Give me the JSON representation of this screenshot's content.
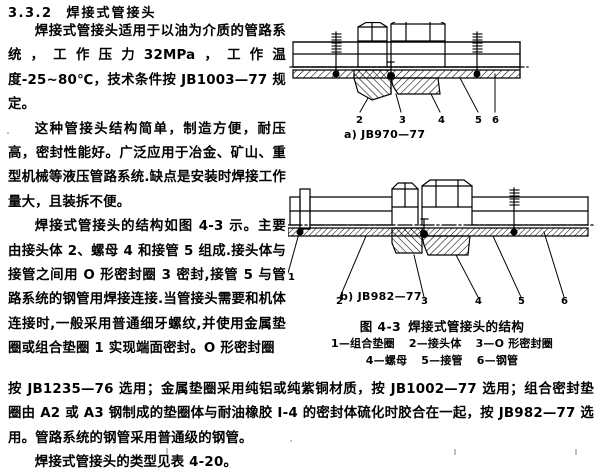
{
  "section": {
    "number": "3.3.2",
    "title": "焊接式管接头"
  },
  "body": {
    "left_column": [
      "焊接式管接头适用于以油为介质的管路系统，工作压力32MPa，工作温度-25~80℃，技术条件按 JB1003—77 规定。",
      "这种管接头结构简单，制造方便，耐压高，密封性能好。广泛应用于冶金、矿山、重型机械等液压管路系统.缺点是安装时焊接工作量大，且装拆不便。",
      "焊接式管接头的结构如图 4-3 示。主要由接头体 2、螺母 4 和接管 5 组成.接头体与接管之间用 O 形密封圈 3 密封,接管 5 与管路系统的钢管用焊接连接.当管接头需要和机体连接时,一般采用普通细牙螺纹,并使用金属垫圈或组合垫圈 1 实现端面密封。O 形密封圈"
    ],
    "full_width": [
      "按 JB1235—76 选用；金属垫圈采用纯铝或纯紫铜材质，按 JB1002—77 选用；组合密封垫圈由 A2 或 A3 钢制成的垫圈体与耐油橡胶 I-4 的密封体硫化时胶合在一起，按 JB982—77 选用。管路系统的钢管采用普通级的钢管。",
      "焊接式管接头的类型见表 4-20。"
    ]
  },
  "figure": {
    "sub_labels": {
      "a": "a) JB970—77",
      "b": "b) JB982—77"
    },
    "caption": {
      "number": "图 4-3",
      "title": "焊接式管接头的结构",
      "legend_line1": [
        "1—组合垫圈",
        "2—接头体",
        "3—O 形密封圈"
      ],
      "legend_line2": [
        "4—螺母",
        "5—接管",
        "6—钢管"
      ]
    },
    "callouts_a": [
      "2",
      "3",
      "4",
      "5",
      "6"
    ],
    "callouts_b": [
      "1",
      "2",
      "3",
      "4",
      "5",
      "6"
    ]
  },
  "colors": {
    "ink": "#000000",
    "paper": "#ffffff"
  }
}
